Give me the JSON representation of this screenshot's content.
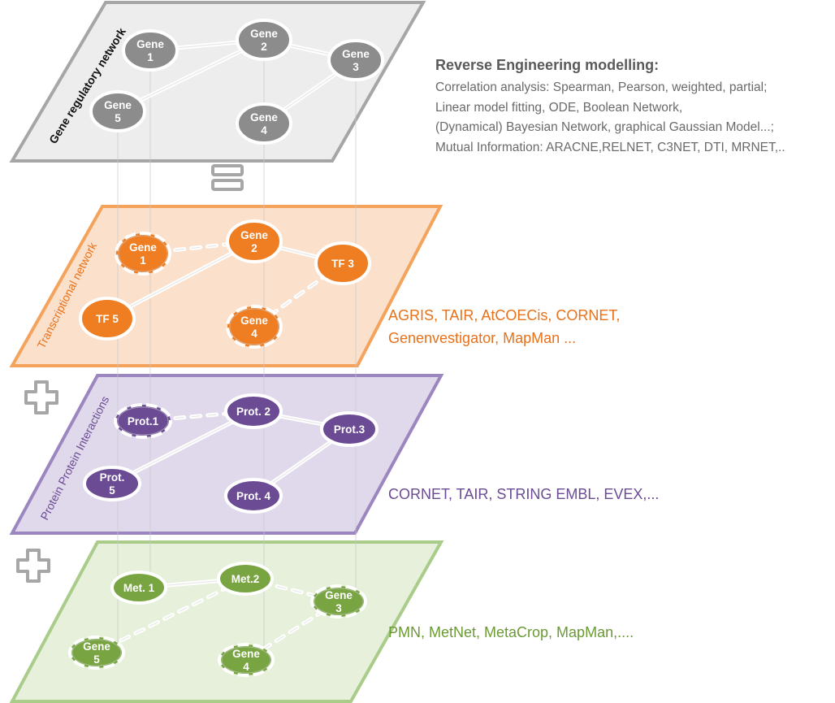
{
  "colors": {
    "grn": "#a6a6a6",
    "grn_fill": "#ededed",
    "grn_node": "#8c8c8c",
    "tn": "#f4a35c",
    "tn_fill": "#fbe0cb",
    "tn_node": "#ef7d22",
    "tn_text": "#e8711a",
    "ppi": "#9b86bf",
    "ppi_fill": "#e0d9ec",
    "ppi_node": "#6b4b94",
    "ppi_text": "#6b4b94",
    "met": "#a9cc8a",
    "met_fill": "#e6f0da",
    "met_node": "#78a542",
    "met_text": "#6b9a35"
  },
  "layers": {
    "grn": {
      "label": "Gene regulatory network",
      "nodes": [
        {
          "id": "g1",
          "lines": [
            "Gene",
            "1"
          ]
        },
        {
          "id": "g2",
          "lines": [
            "Gene",
            "2"
          ]
        },
        {
          "id": "g3",
          "lines": [
            "Gene",
            "3"
          ]
        },
        {
          "id": "g4",
          "lines": [
            "Gene",
            "4"
          ]
        },
        {
          "id": "g5",
          "lines": [
            "Gene",
            "5"
          ]
        }
      ],
      "edges": [
        [
          "g1",
          "g2",
          "solid"
        ],
        [
          "g2",
          "g3",
          "solid"
        ],
        [
          "g2",
          "g5",
          "solid"
        ],
        [
          "g3",
          "g4",
          "solid"
        ]
      ]
    },
    "tn": {
      "label": "Transcriptional network",
      "databases": "AGRIS, TAIR, AtCOECis, CORNET,",
      "databases_2": "Genenvestigator, MapMan ...",
      "nodes": [
        {
          "id": "t1",
          "lines": [
            "Gene",
            "1"
          ],
          "dashed": true
        },
        {
          "id": "t2",
          "lines": [
            "Gene",
            "2"
          ]
        },
        {
          "id": "t3",
          "lines": [
            "TF 3"
          ]
        },
        {
          "id": "t4",
          "lines": [
            "Gene",
            "4"
          ],
          "dashed": true
        },
        {
          "id": "t5",
          "lines": [
            "TF 5"
          ]
        }
      ],
      "edges": [
        [
          "t1",
          "t2",
          "dashed"
        ],
        [
          "t2",
          "t3",
          "solid"
        ],
        [
          "t2",
          "t5",
          "solid"
        ],
        [
          "t3",
          "t4",
          "dashed"
        ]
      ]
    },
    "ppi": {
      "label": "Protein Protein Interactions",
      "databases": "CORNET, TAIR, STRING EMBL, EVEX,...",
      "nodes": [
        {
          "id": "p1",
          "lines": [
            "Prot.1"
          ],
          "dashed": true
        },
        {
          "id": "p2",
          "lines": [
            "Prot. 2"
          ]
        },
        {
          "id": "p3",
          "lines": [
            "Prot.3"
          ]
        },
        {
          "id": "p4",
          "lines": [
            "Prot. 4"
          ]
        },
        {
          "id": "p5",
          "lines": [
            "Prot.",
            "5"
          ]
        }
      ],
      "edges": [
        [
          "p1",
          "p2",
          "dashed"
        ],
        [
          "p2",
          "p3",
          "solid"
        ],
        [
          "p2",
          "p5",
          "solid"
        ],
        [
          "p3",
          "p4",
          "solid"
        ]
      ]
    },
    "met": {
      "label": "",
      "databases": "PMN, MetNet, MetaCrop, MapMan,....",
      "nodes": [
        {
          "id": "m1",
          "lines": [
            "Met. 1"
          ]
        },
        {
          "id": "m2",
          "lines": [
            "Met.2"
          ]
        },
        {
          "id": "m3",
          "lines": [
            "Gene",
            "3"
          ],
          "dashed": true
        },
        {
          "id": "m4",
          "lines": [
            "Gene",
            "4"
          ],
          "dashed": true
        },
        {
          "id": "m5",
          "lines": [
            "Gene",
            "5"
          ],
          "dashed": true
        }
      ],
      "edges": [
        [
          "m1",
          "m2",
          "solid"
        ],
        [
          "m2",
          "m3",
          "dashed"
        ],
        [
          "m2",
          "m5",
          "dashed"
        ],
        [
          "m3",
          "m4",
          "dashed"
        ]
      ]
    }
  },
  "reverse_engineering": {
    "title": "Reverse Engineering modelling:",
    "lines": [
      "Correlation analysis: Spearman, Pearson, weighted, partial;",
      "Linear model fitting, ODE, Boolean Network,",
      "(Dynamical) Bayesian Network, graphical Gaussian Model...;",
      "Mutual Information: ARACNE,RELNET, C3NET, DTI, MRNET,.."
    ]
  },
  "operators": [
    {
      "id": "equals",
      "icon": "equals-icon"
    },
    {
      "id": "plus-1",
      "icon": "plus-icon"
    },
    {
      "id": "plus-2",
      "icon": "plus-icon"
    }
  ]
}
